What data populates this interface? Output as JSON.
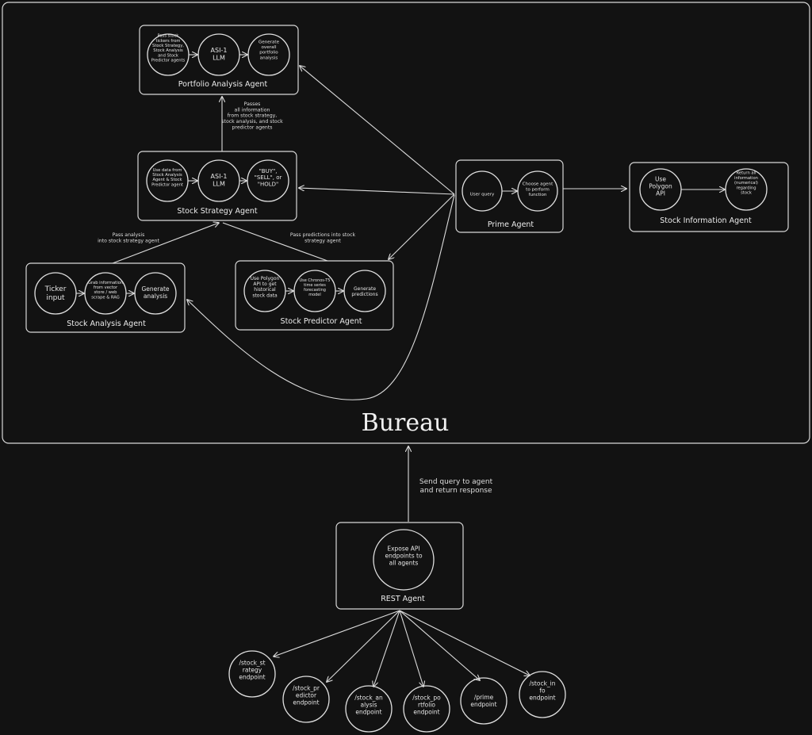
{
  "bureau": {
    "label": "Bureau"
  },
  "agents": {
    "portfolio": {
      "title": "Portfolio Analysis Agent",
      "c1": [
        "Pass stock",
        "tickers from",
        "Stock Strategy,",
        "Stock Analysis",
        "and Stock",
        "Predictor agents"
      ],
      "c2": [
        "ASI-1",
        "LLM"
      ],
      "c3": [
        "Generate",
        "overall",
        "portfolio",
        "analysis"
      ]
    },
    "strategy": {
      "title": "Stock Strategy Agent",
      "c1": [
        "Use data from",
        "Stock Analysis",
        "Agent & Stock",
        "Predictor agent"
      ],
      "c2": [
        "ASI-1",
        "LLM"
      ],
      "c3": [
        "\"BUY\",",
        "\"SELL\", or",
        "\"HOLD\""
      ]
    },
    "analysis": {
      "title": "Stock Analysis Agent",
      "c1": [
        "Ticker",
        "input"
      ],
      "c2": [
        "Grab information",
        "from vector",
        "store / web",
        "scrape & RAG"
      ],
      "c3": [
        "Generate",
        "analysis"
      ]
    },
    "predictor": {
      "title": "Stock Predictor Agent",
      "c1": [
        "Use Polygon",
        "API to get",
        "historical",
        "stock data"
      ],
      "c2": [
        "Use Chronos-T5",
        "time series",
        "forecasting",
        "model"
      ],
      "c3": [
        "Generate",
        "predictions"
      ]
    },
    "prime": {
      "title": "Prime Agent",
      "c1": [
        "User query"
      ],
      "c2": [
        "Choose agent",
        "to perform",
        "function"
      ]
    },
    "info": {
      "title": "Stock Information Agent",
      "c1": [
        "Use",
        "Polygon",
        "API"
      ],
      "c2": [
        "Return all",
        "information",
        "(numerical)",
        "regarding",
        "stock"
      ]
    },
    "rest": {
      "title": "REST Agent",
      "c1": [
        "Expose API",
        "endpoints to",
        "all agents"
      ]
    }
  },
  "edge_labels": {
    "strategy_to_portfolio": [
      "Passes",
      "all information",
      "from stock strategy,",
      "stock analysis, and stock",
      "predictor agents"
    ],
    "analysis_to_strategy": [
      "Pass analysis",
      "into stock strategy agent"
    ],
    "predictor_to_strategy": [
      "Pass predictions into stock",
      "strategy agent"
    ],
    "rest_to_bureau": [
      "Send query to agent",
      "and return response"
    ]
  },
  "endpoints": [
    [
      "/stock_st",
      "rategy",
      "endpoint"
    ],
    [
      "/stock_pr",
      "edictor",
      "endpoint"
    ],
    [
      "/stock_an",
      "alysis",
      "endpoint"
    ],
    [
      "/stock_po",
      "rtfolio",
      "endpoint"
    ],
    [
      "/prime",
      "endpoint"
    ],
    [
      "/stock_in",
      "fo",
      "endpoint"
    ]
  ]
}
